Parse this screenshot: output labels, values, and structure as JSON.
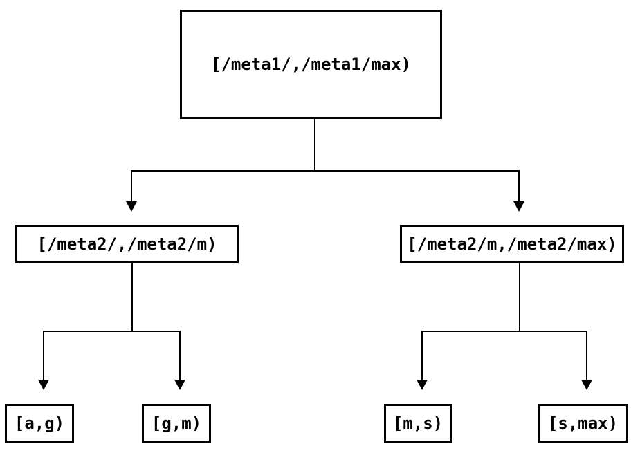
{
  "diagram": {
    "type": "tree",
    "colors": {
      "background": "#ffffff",
      "line": "#000000",
      "text": "#000000",
      "node_border": "#000000",
      "node_fill": "#ffffff"
    },
    "nodes": {
      "root": {
        "label": "[/meta1/,/meta1/max)"
      },
      "left": {
        "label": "[/meta2/,/meta2/m)"
      },
      "right": {
        "label": "[/meta2/m,/meta2/max)"
      },
      "leaf_ag": {
        "label": "[a,g)"
      },
      "leaf_gm": {
        "label": "[g,m)"
      },
      "leaf_ms": {
        "label": "[m,s)"
      },
      "leaf_smax": {
        "label": "[s,max)"
      }
    },
    "edges": [
      {
        "from": "root",
        "to": "left"
      },
      {
        "from": "root",
        "to": "right"
      },
      {
        "from": "left",
        "to": "leaf_ag"
      },
      {
        "from": "left",
        "to": "leaf_gm"
      },
      {
        "from": "right",
        "to": "leaf_ms"
      },
      {
        "from": "right",
        "to": "leaf_smax"
      }
    ]
  }
}
